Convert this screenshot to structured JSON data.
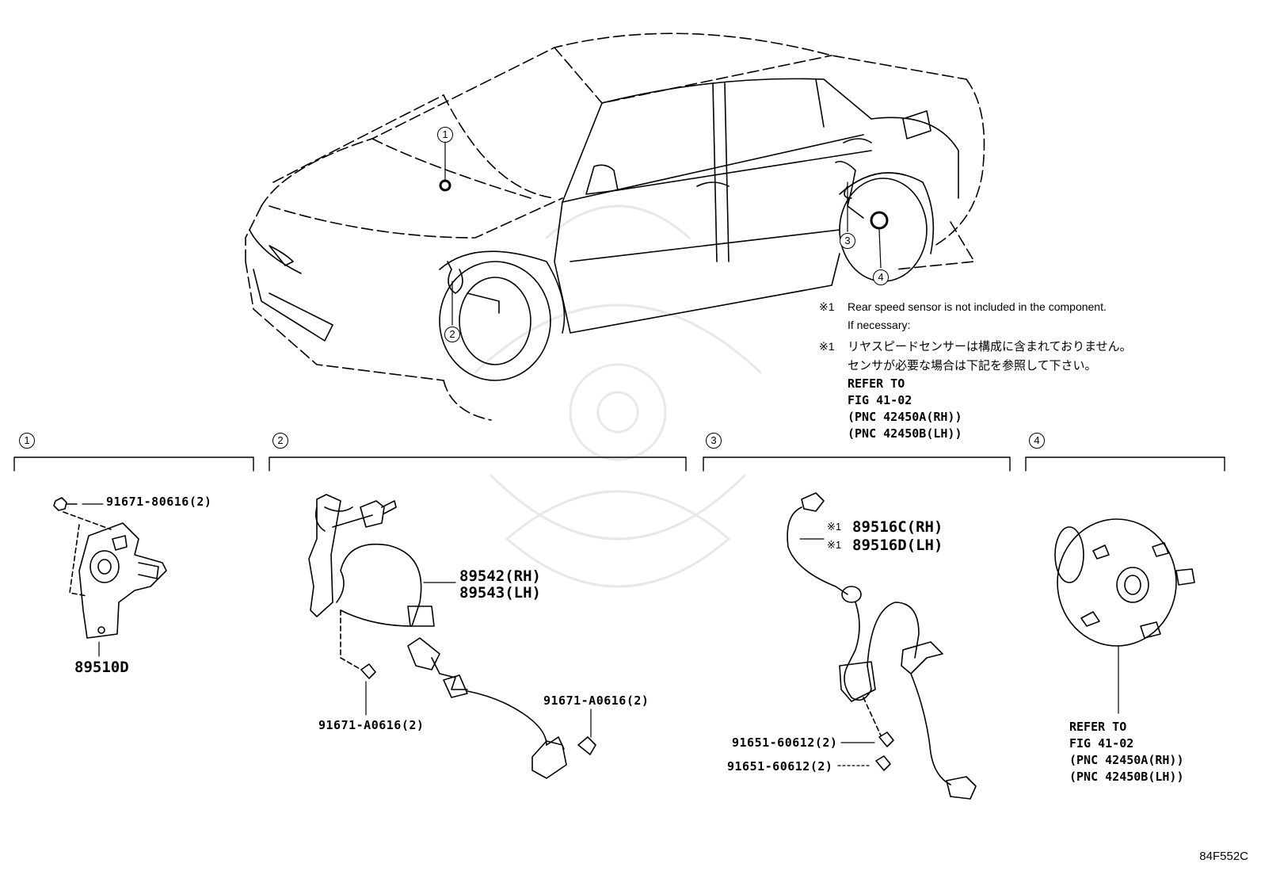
{
  "callouts": [
    "1",
    "2",
    "3",
    "4"
  ],
  "note": {
    "mark": "※1",
    "en_line1": "Rear speed sensor is not included in the component.",
    "en_line2": "If necessary:",
    "jp_line1": "リヤスピードセンサーは構成に含まれておりません。",
    "jp_line2": "センサが必要な場合は下記を参照して下さい。",
    "refer": [
      "REFER TO",
      "FIG 41-02",
      "(PNC 42450A(RH))",
      "(PNC 42450B(LH))"
    ]
  },
  "section1": {
    "bolt": "91671-80616(2)",
    "part": "89510D"
  },
  "section2": {
    "part_rh": "89542(RH)",
    "part_lh": "89543(LH)",
    "bolt_left": "91671-A0616(2)",
    "bolt_right": "91671-A0616(2)"
  },
  "section3": {
    "mark": "※1",
    "part_rh": "89516C(RH)",
    "part_lh": "89516D(LH)",
    "bolt_top": "91651-60612(2)",
    "bolt_bottom": "91651-60612(2)"
  },
  "section4": {
    "refer": [
      "REFER TO",
      "FIG 41-02",
      "(PNC 42450A(RH))",
      "(PNC 42450B(LH))"
    ]
  },
  "figure_code": "84F552C"
}
